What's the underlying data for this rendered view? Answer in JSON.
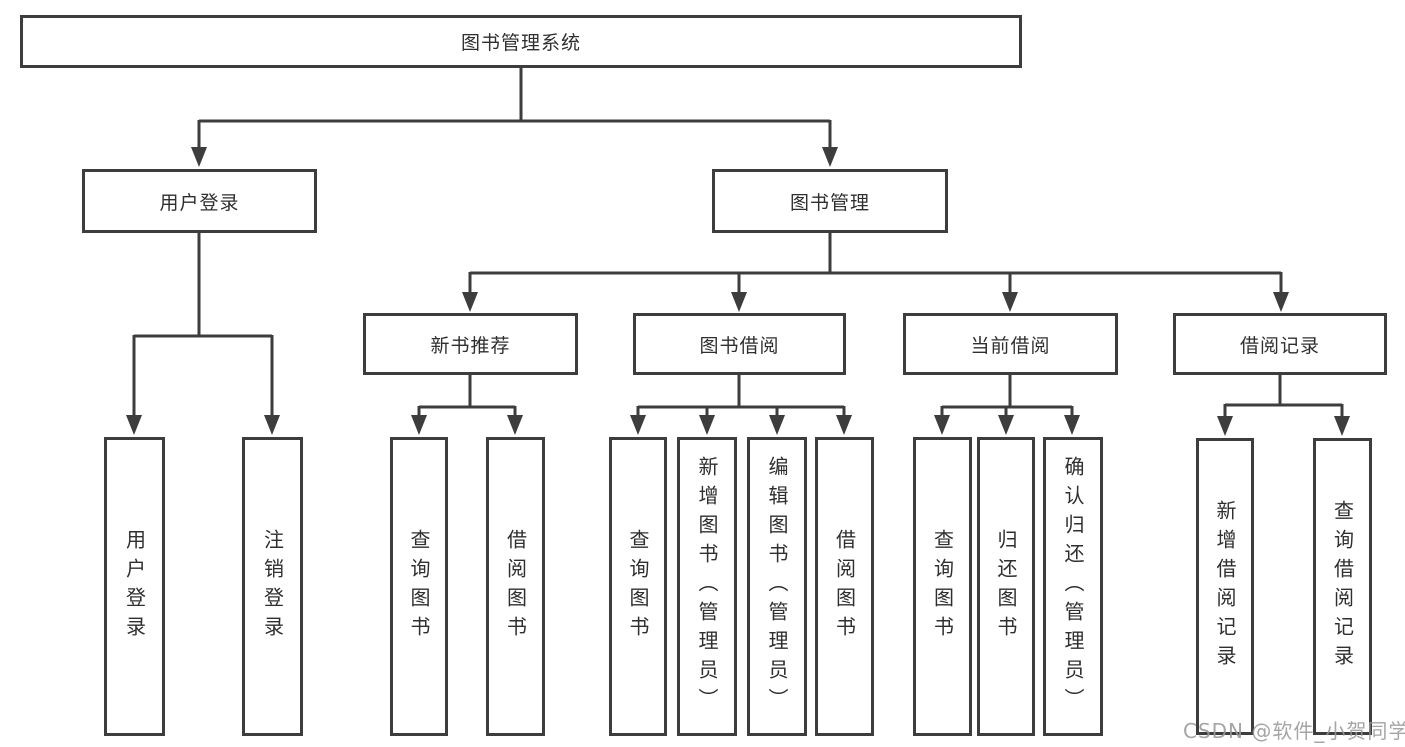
{
  "diagram": {
    "root": {
      "label": "图书管理系统"
    },
    "level2": {
      "user_login": {
        "label": "用户登录"
      },
      "book_management": {
        "label": "图书管理"
      }
    },
    "level3": {
      "new_book": {
        "label": "新书推荐"
      },
      "book_borrow": {
        "label": "图书借阅"
      },
      "current_borrow": {
        "label": "当前借阅"
      },
      "borrow_record": {
        "label": "借阅记录"
      }
    },
    "leaves": {
      "user_login": [
        "用户登录",
        "注销登录"
      ],
      "new_book": [
        "查询图书",
        "借阅图书"
      ],
      "book_borrow": [
        "查询图书",
        "新增图书（管理员）",
        "编辑图书（管理员）",
        "借阅图书"
      ],
      "current_borrow": [
        "查询图书",
        "归还图书",
        "确认归还（管理员）"
      ],
      "borrow_record": [
        "新增借阅记录",
        "查询借阅记录"
      ]
    }
  },
  "watermark": "CSDN @软件_小贺同学",
  "colors": {
    "line": "#3d3d3d",
    "text": "#2f2f2f",
    "background": "#ffffff",
    "watermark": "#989898"
  }
}
